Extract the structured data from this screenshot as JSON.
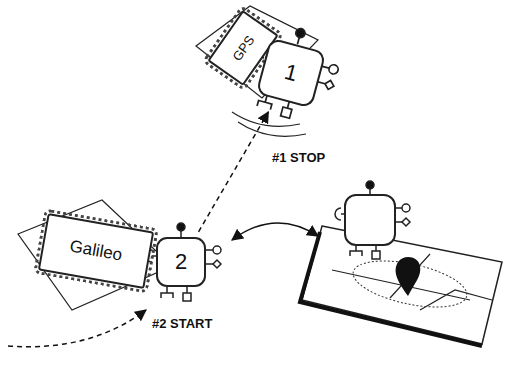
{
  "diagram": {
    "nodes": [
      {
        "text": [
          "GPS"
        ]
      },
      {
        "text": [
          "1"
        ]
      },
      {
        "text": [
          "Galileo"
        ]
      },
      {
        "text": [
          "2"
        ]
      }
    ],
    "edges": [
      {
        "from": 3,
        "to": 1,
        "arrow": "to",
        "label": "#1 STOP"
      }
    ],
    "labels": [
      "#2 START"
    ]
  }
}
